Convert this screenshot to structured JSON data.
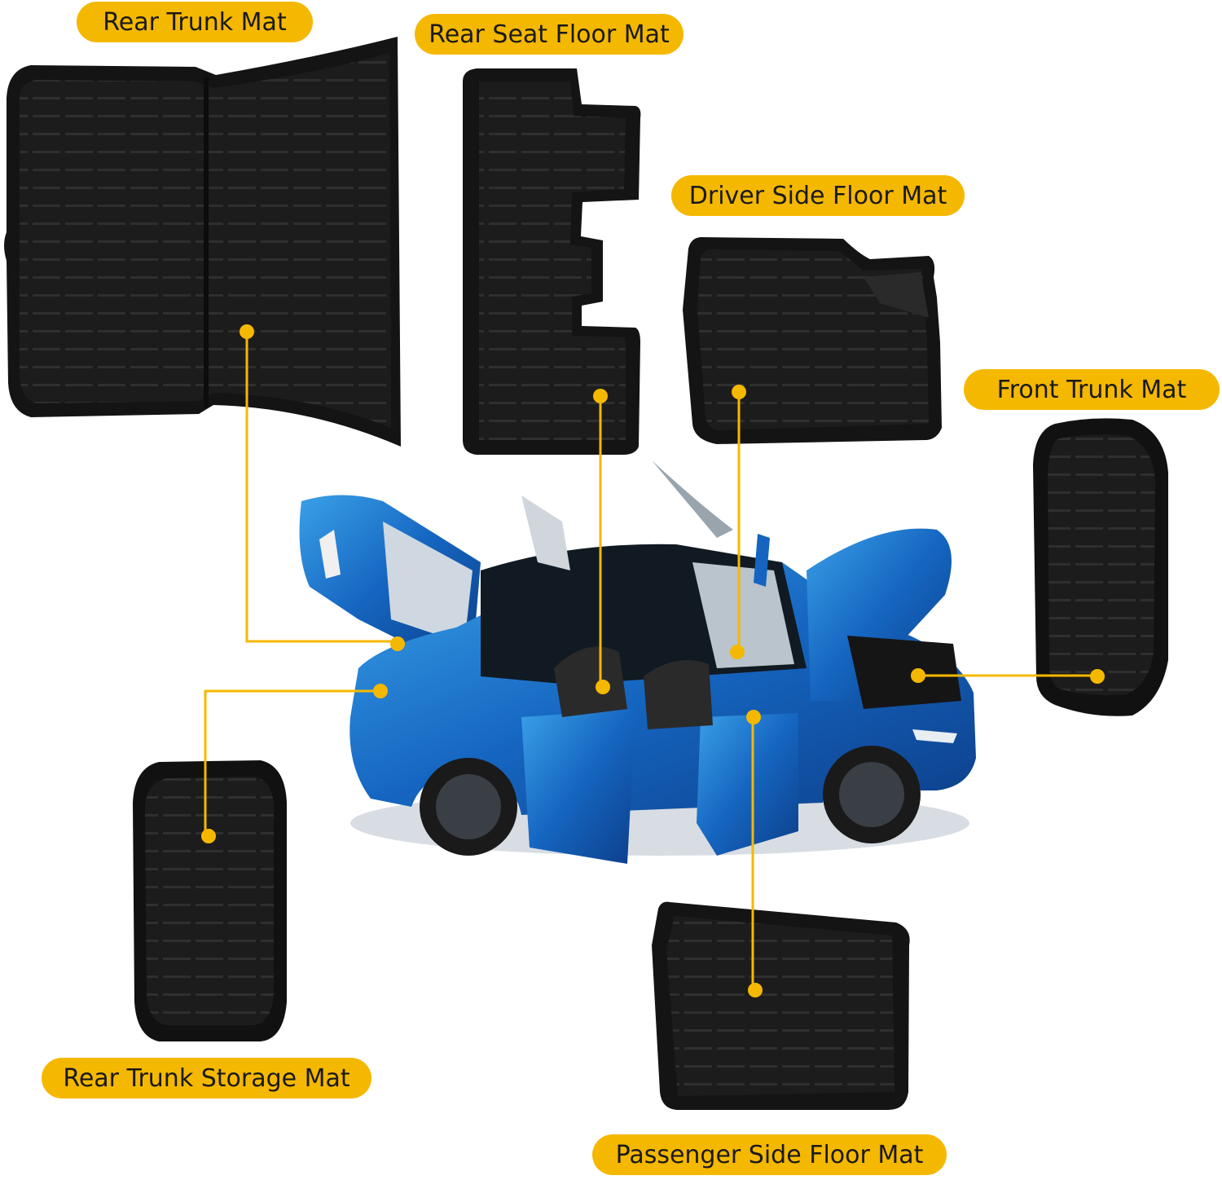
{
  "colors": {
    "accent": "#f5b800",
    "mat": "#1c1c1c",
    "mat_rib": "#2e2e2e",
    "car_body": "#1565c0",
    "car_highlight": "#3aa0e8",
    "background": "#ffffff"
  },
  "labels": {
    "rear_trunk_mat": "Rear Trunk Mat",
    "rear_seat_floor_mat": "Rear Seat Floor Mat",
    "driver_side_floor_mat": "Driver Side Floor Mat",
    "front_trunk_mat": "Front Trunk Mat",
    "rear_trunk_storage_mat": "Rear Trunk Storage Mat",
    "passenger_side_floor_mat": "Passenger Side Floor Mat"
  }
}
